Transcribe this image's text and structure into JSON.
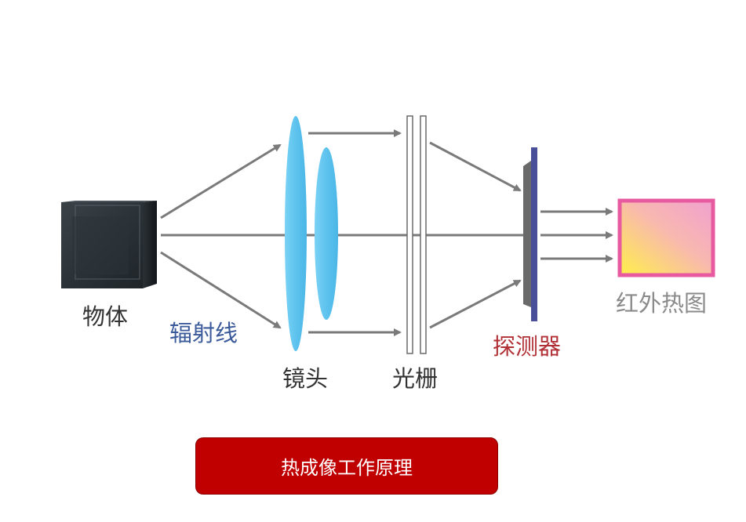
{
  "labels": {
    "object": "物体",
    "radiation": "辐射线",
    "lens": "镜头",
    "grating": "光栅",
    "detector": "探测器",
    "thermal_image": "红外热图"
  },
  "caption": "热成像工作原理",
  "colors": {
    "arrow": "#7a7a7a",
    "lens": "#5ec3ee",
    "detector_front": "#6a6a6a",
    "detector_back": "#4a4f9a",
    "thermal_border": "#e85aa0",
    "thermal_gradient": [
      "#fff04a",
      "#f0a0d0"
    ],
    "caption_bg": "#c00000"
  }
}
